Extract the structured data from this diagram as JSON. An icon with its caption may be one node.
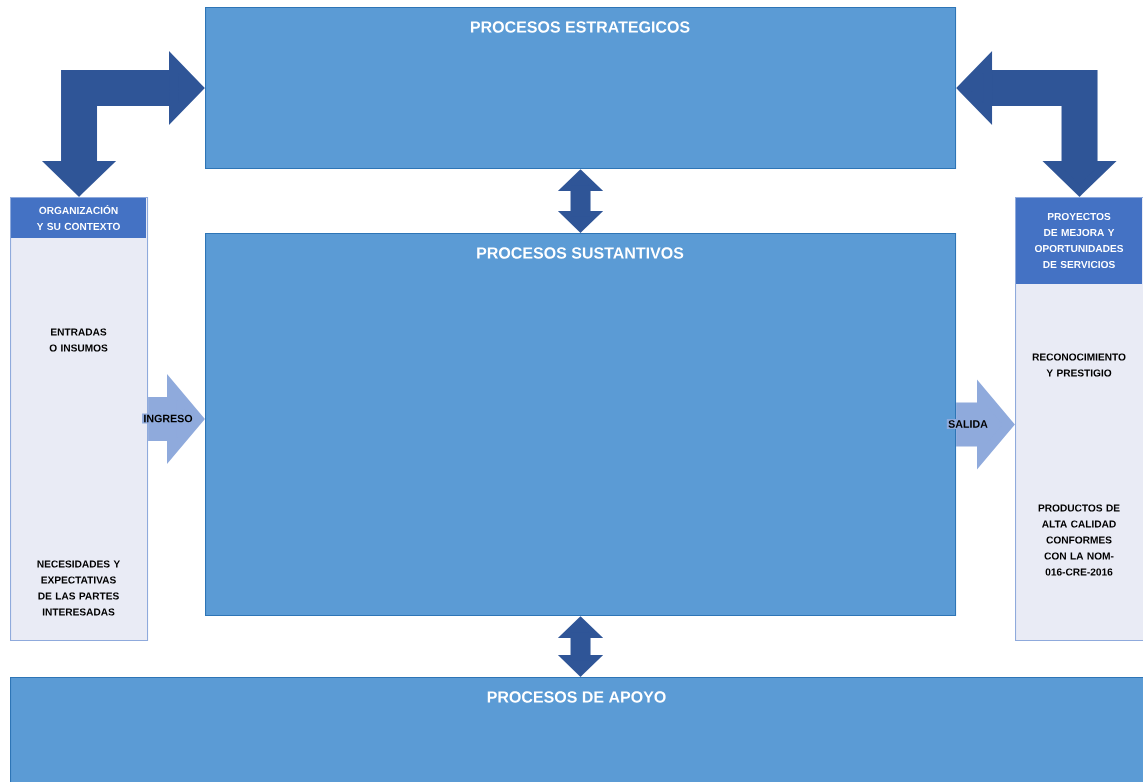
{
  "diagram": {
    "nodes": [
      {
        "text": [
          "PROCESOS ESTRATEGICOS"
        ]
      },
      {
        "text": [
          "ORGANIZACIÓN Y SU CONTEXTO",
          "ENTRADAS O INSUMOS",
          "NECESIDADES Y EXPECTATIVAS DE LAS PARTES INTERESADAS"
        ]
      },
      {
        "text": [
          "PROCESOS SUSTANTIVOS"
        ]
      },
      {
        "text": [
          "PROYECTOS DE MEJORA Y OPORTUNIDADES DE SERVICIOS",
          "RECONOCIMIENTO Y PRESTIGIO",
          "PRODUCTOS DE ALTA CALIDAD CONFORMES CON LA NOM-016-CRE-2016"
        ]
      },
      {
        "text": [
          "PROCESOS DE APOYO"
        ]
      }
    ],
    "edges": [
      {
        "from": 0,
        "to": 1,
        "arrow": "both"
      },
      {
        "from": 0,
        "to": 2,
        "arrow": "both"
      },
      {
        "from": 0,
        "to": 3,
        "arrow": "both"
      },
      {
        "from": 1,
        "to": 2,
        "arrow": "to",
        "label": "INGRESO",
        "color": "#8faadc"
      },
      {
        "from": 2,
        "to": 3,
        "arrow": "to",
        "label": "SALIDA",
        "color": "#8faadc"
      },
      {
        "from": 2,
        "to": 4,
        "arrow": "both"
      }
    ]
  }
}
